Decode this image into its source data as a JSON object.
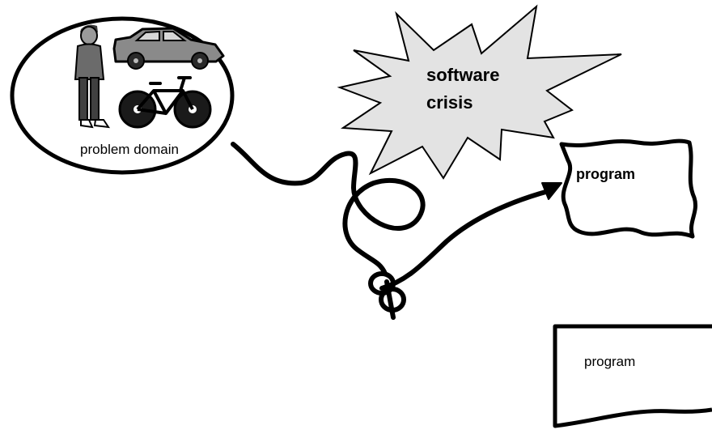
{
  "diagram": {
    "problem_domain": {
      "label": "problem domain",
      "icons": [
        "person-icon",
        "car-icon",
        "bicycle-icon"
      ]
    },
    "crisis_burst": {
      "label_line1": "software",
      "label_line2": "crisis",
      "fill_color": "#e3e3e3"
    },
    "program_blob": {
      "label": "program"
    },
    "program_document": {
      "label": "program"
    },
    "stroke_color": "#000000"
  }
}
